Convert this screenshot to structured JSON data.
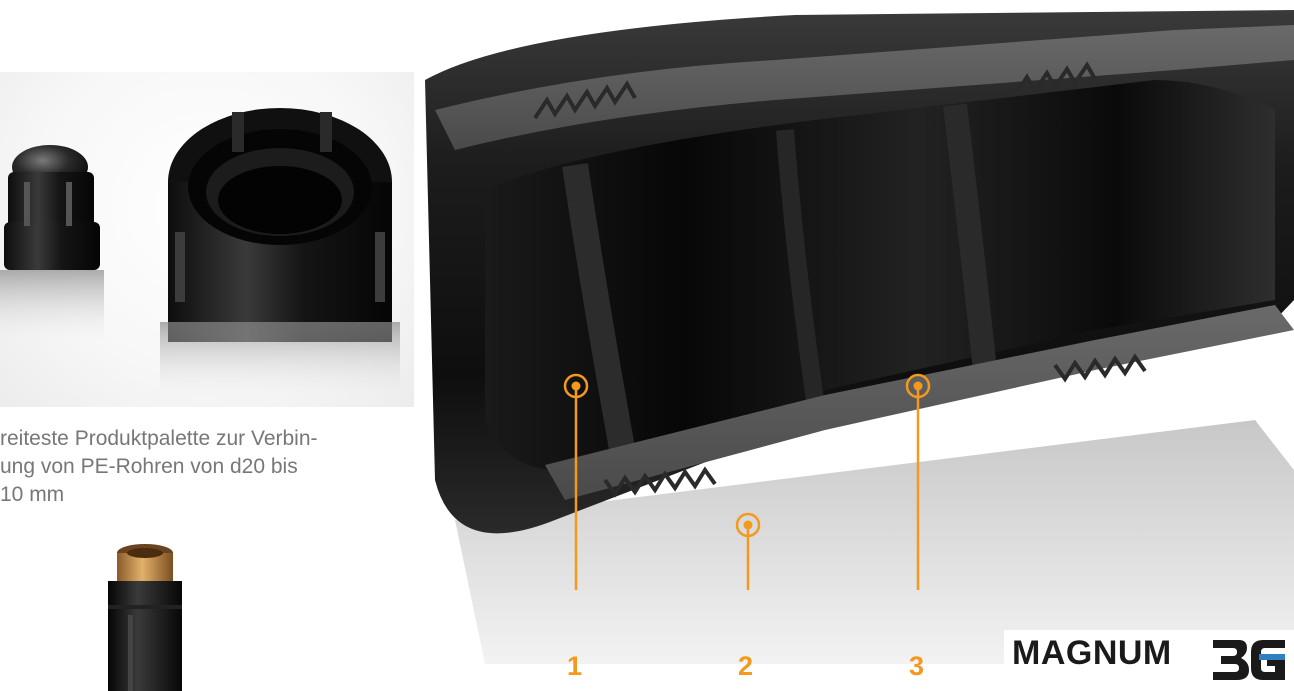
{
  "caption": {
    "line1": "reiteste Produktpalette zur Verbin-",
    "line2": "ung von PE-Rohren von d20 bis",
    "line3": "10 mm"
  },
  "callouts": [
    {
      "label": "1"
    },
    {
      "label": "2"
    },
    {
      "label": "3"
    }
  ],
  "logo": {
    "text": "MAGNUM",
    "mark": "3G"
  },
  "colors": {
    "accent": "#f39a1e",
    "logo_mark": "#1a1a1a",
    "logo_stripe": "#2f7fc1",
    "caption_text": "#777777"
  },
  "icons": {
    "callout_marker": "circle-dot-icon"
  }
}
